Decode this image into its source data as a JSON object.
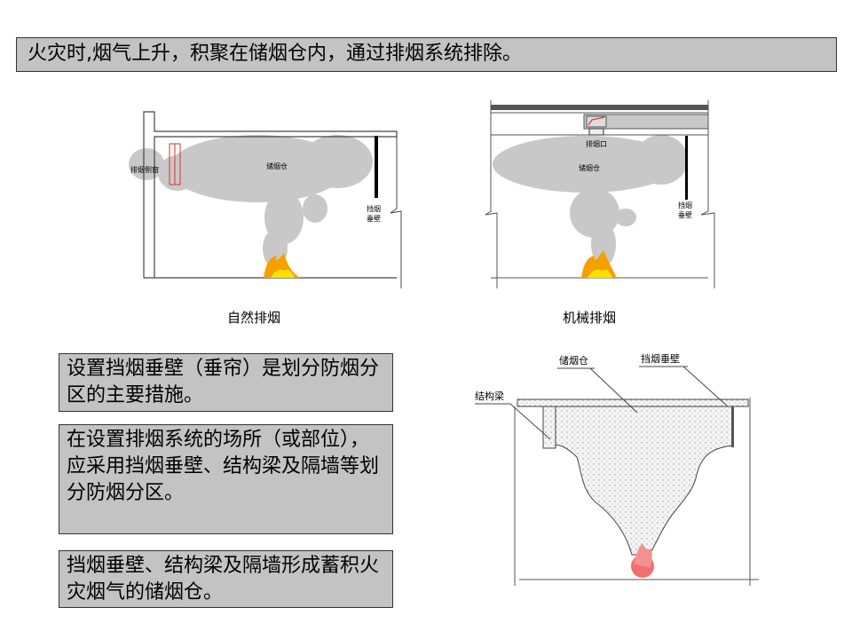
{
  "title": "火灾时,烟气上升，积聚在储烟仓内，通过排烟系统排除。",
  "natural": {
    "caption": "自然排烟",
    "label_window": "排烟侧窗",
    "label_reservoir": "储烟仓",
    "label_curtain_1": "挡烟",
    "label_curtain_2": "垂壁"
  },
  "mechanical": {
    "caption": "机械排烟",
    "label_outlet": "排烟口",
    "label_reservoir": "储烟仓",
    "label_curtain_1": "挡烟",
    "label_curtain_2": "垂壁"
  },
  "section": {
    "label_reservoir": "储烟仓",
    "label_curtain": "挡烟垂壁",
    "label_beam": "结构梁"
  },
  "points": [
    "设置挡烟垂壁（垂帘）是划分防烟分区的主要措施。",
    "在设置排烟系统的场所（或部位），应采用挡烟垂壁、结构梁及隔墙等划分防烟分区。",
    "挡烟垂壁、结构梁及隔墙形成蓄积火灾烟气的储烟仓。"
  ],
  "colors": {
    "box": "#c3c3c3",
    "smoke": "#c8c8c8",
    "fire": "#f5a000",
    "window": "#e03030"
  }
}
